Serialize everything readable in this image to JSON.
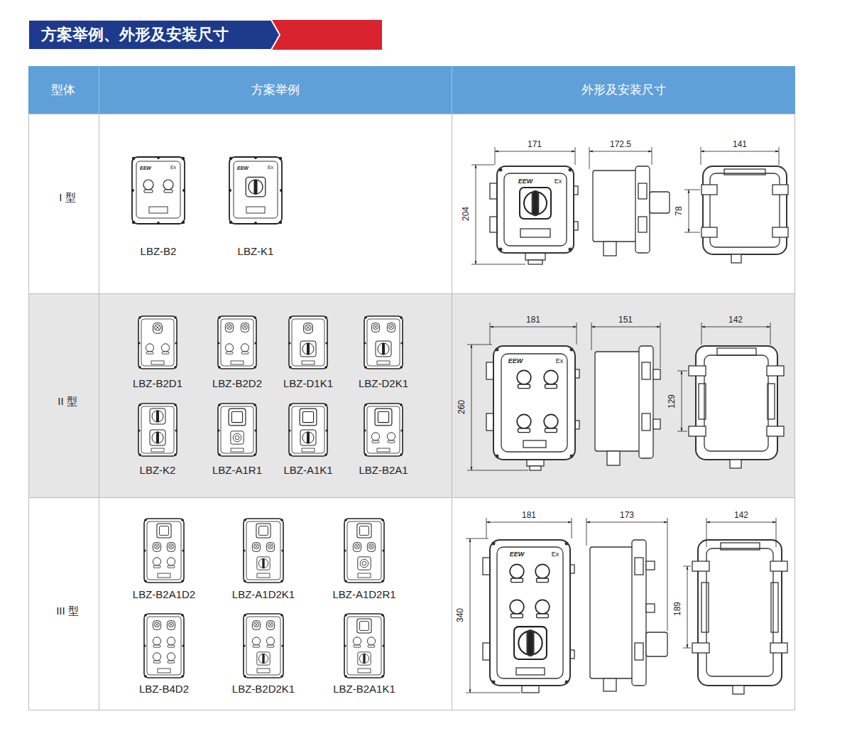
{
  "diagram": {
    "title": "方案举例、外形及安装尺寸",
    "labels": [
      "型体",
      "方案举例",
      "外形及安装尺寸",
      "I 型",
      "LBZ-B2",
      "LBZ-K1",
      "171",
      "172.5",
      "141",
      "204",
      "78",
      "II 型",
      "LBZ-B2D1",
      "LBZ-B2D2",
      "LBZ-D1K1",
      "LBZ-D2K1",
      "LBZ-K2",
      "LBZ-A1R1",
      "LBZ-A1K1",
      "LBZ-B2A1",
      "181",
      "151",
      "142",
      "260",
      "129",
      "III 型",
      "LBZ-B2A1D2",
      "LBZ-A1D2K1",
      "LBZ-A1D2R1",
      "LBZ-B4D2",
      "LBZ-B2D2K1",
      "LBZ-B2A1K1",
      "181",
      "173",
      "142",
      "340",
      "189",
      "EEW",
      "Ex",
      "EEW",
      "Ex",
      "EEW",
      "Ex",
      "EEW",
      "Ex",
      "EEW",
      "Ex"
    ]
  }
}
